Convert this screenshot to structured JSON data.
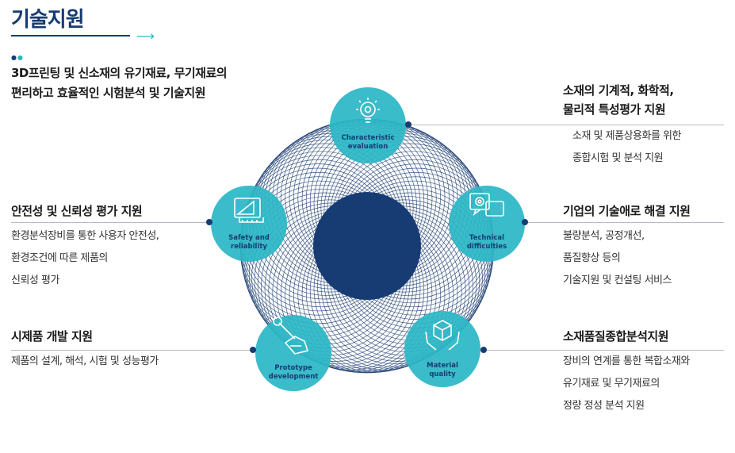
{
  "header": {
    "title": "기술지원",
    "intro_line1": "3D프린팅 및 신소재의 유기재료, 무기재료의",
    "intro_line2": "편리하고 효율적인 시험분석 및 기술지원"
  },
  "left_sections": [
    {
      "title": "안전성 및 신뢰성 평가 지원",
      "lines": [
        "환경분석장비를 통한 사용자 안전성,",
        "환경조건에 따른 제품의",
        "신뢰성 평가"
      ]
    },
    {
      "title": "시제품 개발 지원",
      "lines": [
        "제품의 설계, 해석, 시험 및 성능평가"
      ]
    }
  ],
  "right_sections": [
    {
      "title_line1": "소재의 기계적, 화학적,",
      "title_line2": "물리적 특성평가 지원",
      "lines": [
        "소재 및 제품상용화를 위한",
        "종합시험 및 분석 지원"
      ]
    },
    {
      "title_line1": "기업의 기술애로 해결 지원",
      "lines": [
        "불량분석, 공정개선,",
        "품질향상 등의",
        "기술지원 및 컨설팅 서비스"
      ]
    },
    {
      "title_line1": "소재품질종합분석지원",
      "lines": [
        "장비의 연계를 통한 복합소재와",
        "유기재료 및 무기재료의",
        "정량 정성 분석 지원"
      ]
    }
  ],
  "nodes": {
    "characteristic": {
      "line1": "Characteristic",
      "line2": "evaluation",
      "icon": "lightbulb-gear-icon"
    },
    "technical": {
      "line1": "Technical",
      "line2": "difficulties",
      "icon": "chat-gear-icon"
    },
    "material": {
      "line1": "Material",
      "line2": "quality",
      "icon": "hands-cube-icon"
    },
    "prototype": {
      "line1": "Prototype",
      "line2": "development",
      "icon": "wrench-hand-icon"
    },
    "safety": {
      "line1": "Safety and",
      "line2": "reliability",
      "icon": "ruler-triangle-icon"
    }
  },
  "colors": {
    "navy": "#173c73",
    "teal": "#2bb7c6",
    "mesh": "#1f3f73"
  }
}
